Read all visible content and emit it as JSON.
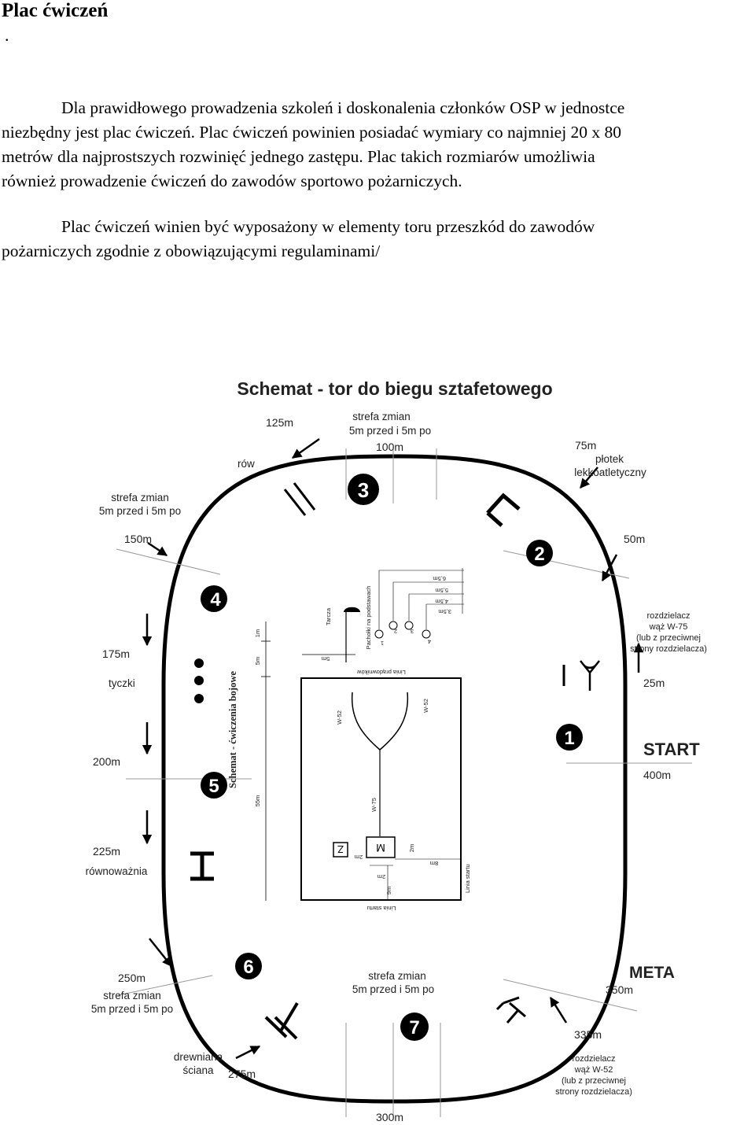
{
  "title": "Plac ćwiczeń",
  "title_dot": ".",
  "paragraph1": [
    "Dla prawidłowego prowadzenia szkoleń i doskonalenia członków OSP w jednostce",
    "niezbędny jest plac ćwiczeń. Plac ćwiczeń powinien posiadać wymiary co najmniej 20 x 80",
    "metrów dla najprostszych rozwinięć jednego zastępu. Plac takich rozmiarów umożliwia",
    "również prowadzenie ćwiczeń do zawodów sportowo pożarniczych."
  ],
  "paragraph2": [
    "Plac ćwiczeń winien być wyposażony w elementy toru przeszkód do zawodów",
    "pożarniczych zgodnie z obowiązującymi regulaminami/"
  ],
  "diagram": {
    "title": "Schemat - tor do biegu sztafetowego",
    "station_numbers": [
      "1",
      "2",
      "3",
      "4",
      "5",
      "6",
      "7"
    ],
    "distances": {
      "d25": "25m",
      "d50": "50m",
      "d75": "75m",
      "d100": "100m",
      "d125": "125m",
      "d150": "150m",
      "d175": "175m",
      "d200": "200m",
      "d225": "225m",
      "d250": "250m",
      "d275": "275m",
      "d300": "300m",
      "d335": "335m",
      "d350": "350m",
      "d400": "400m"
    },
    "labels": {
      "zone_top_1": "strefa zmian",
      "zone_top_2": "5m przed i 5m po",
      "zone_left_1": "strefa zmian",
      "zone_left_2": "5m przed i 5m po",
      "zone_bl_1": "strefa zmian",
      "zone_bl_2": "5m przed i 5m po",
      "zone_bc_1": "strefa zmian",
      "zone_bc_2": "5m przed i 5m po",
      "rov": "rów",
      "plotek_1": "płotek",
      "plotek_2": "lekkoatletyczny",
      "rozd_top_1": "rozdzielacz",
      "rozd_top_2": "wąż W-75",
      "rozd_top_3": "(lub z przeciwnej",
      "rozd_top_4": "strony rozdzielacza)",
      "rozd_bot_1": "rozdzielacz",
      "rozd_bot_2": "wąż W-52",
      "rozd_bot_3": "(lub z przeciwnej",
      "rozd_bot_4": "strony rozdzielacza)",
      "start": "START",
      "meta": "META",
      "tyczki": "tyczki",
      "rownowaznia": "równoważnia",
      "sciana_1": "drewniana",
      "sciana_2": "ściana"
    },
    "inner": {
      "title": "Schemat - ćwiczenia bojowe",
      "linia_pradownikow": "Linia prądowników",
      "linia_startu": "Linia startu",
      "linia_startu_side": "Linia startu",
      "tarcza": "Tarcza",
      "pachołki": "Pachołki na podstawach",
      "w52_left": "W-52",
      "w52_right": "W-52",
      "w75": "W-75",
      "d_65": "6,5m",
      "d_55": "5,5m",
      "d_45": "4,5m",
      "d_35": "3,5m",
      "c1": "1",
      "c2": "2",
      "c3": "3",
      "c4": "4",
      "m1": "1m",
      "m5": "5m",
      "m5b": "5m",
      "m55": "55m",
      "m2": "2m",
      "m2b": "2m",
      "m2c": "2m",
      "m9": "9m",
      "m8": "8m",
      "box_m": "M",
      "box_z": "Z"
    }
  }
}
